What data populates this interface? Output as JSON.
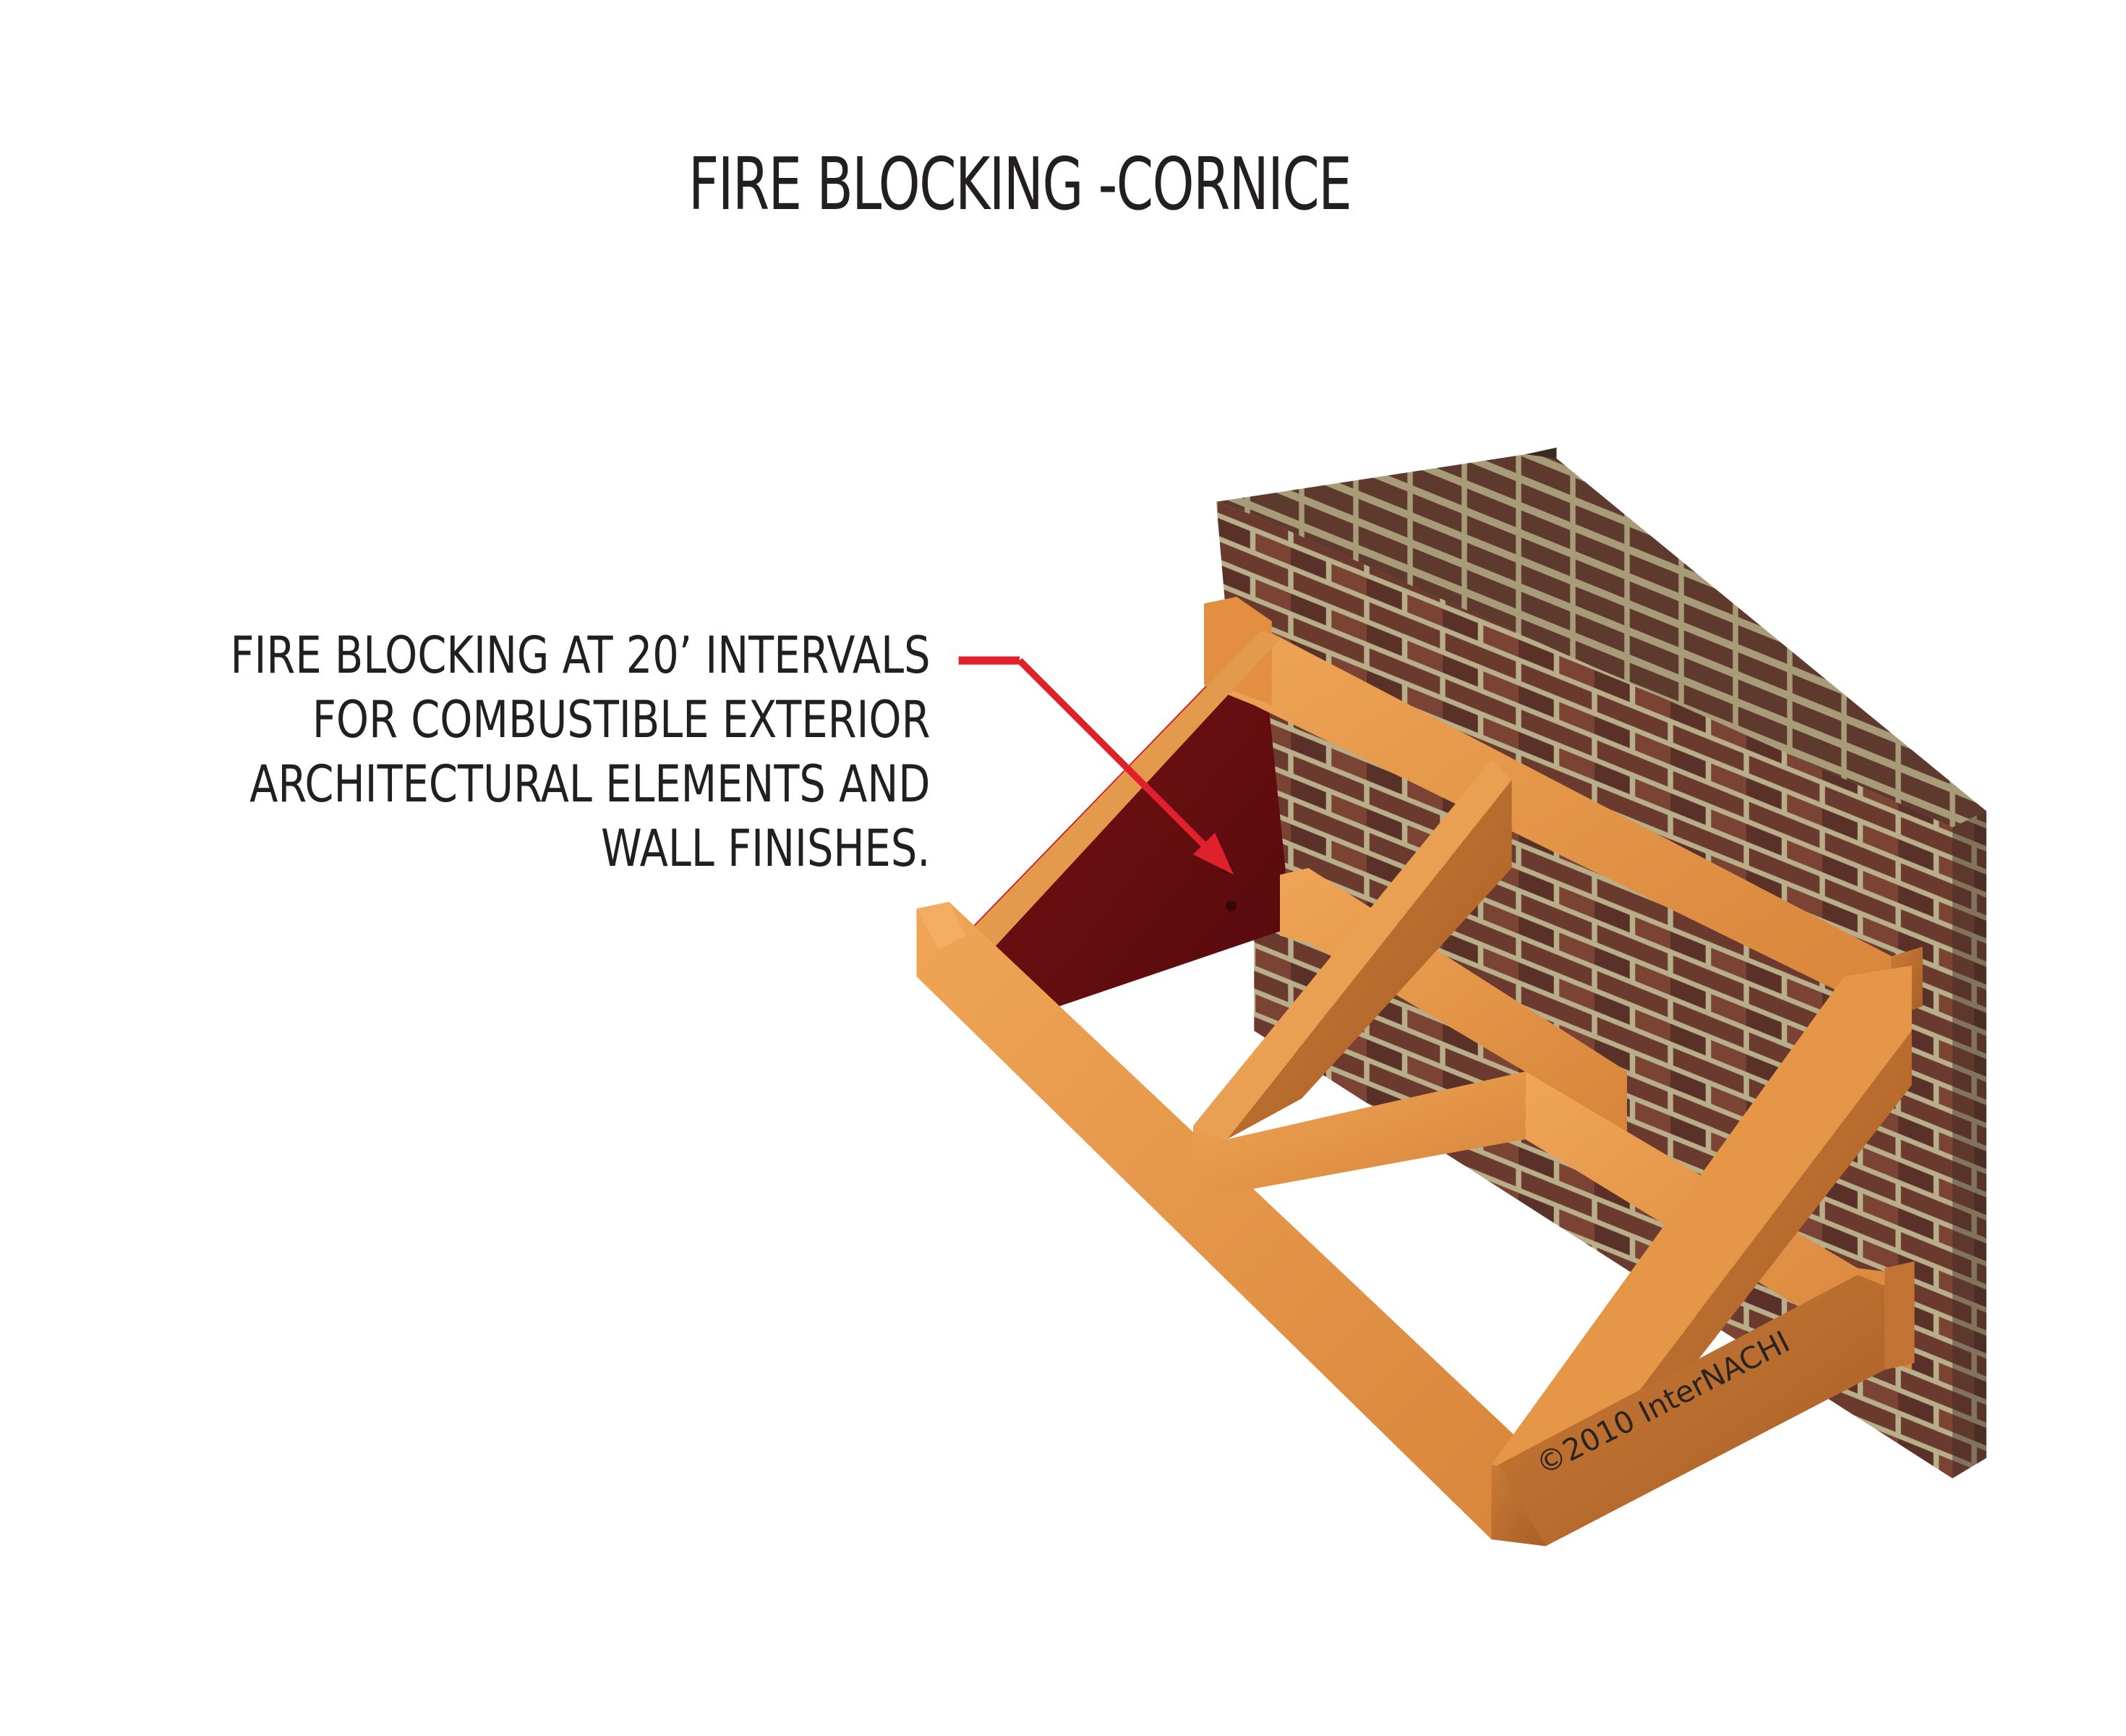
{
  "diagram": {
    "title": "FIRE BLOCKING -CORNICE",
    "callout": {
      "lines": [
        "FIRE BLOCKING AT 20’ INTERVALS",
        "FOR COMBUSTIBLE EXTERIOR",
        "ARCHITECTURAL ELEMENTS AND",
        "WALL FINISHES."
      ],
      "leader_color": "#e0202a"
    },
    "watermark": "©2010  InterNACHI",
    "components": {
      "wall": "brick-masonry-wall",
      "framing": "wood-cornice-framing",
      "fire_block": "fire-blocking-panel"
    },
    "colors": {
      "text": "#231f20",
      "wood_light": "#e69a4a",
      "wood_dark": "#b8692a",
      "fire_block": "#6e0e10",
      "brick": "#6b3a2e",
      "mortar": "#b8ae8a",
      "background": "#ffffff"
    }
  }
}
